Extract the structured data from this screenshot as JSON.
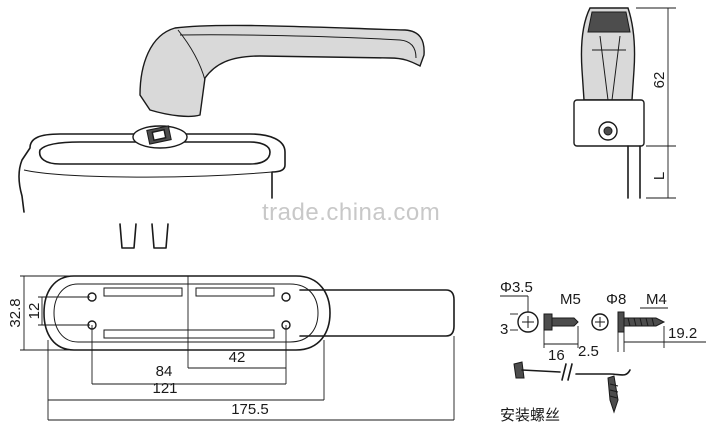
{
  "watermark": "trade.china.com",
  "side_view": {
    "dimensions": {
      "height": "62",
      "extension": "L"
    }
  },
  "top_view": {
    "dimensions": {
      "height_total": "32.8",
      "hole_spacing_vertical": "12",
      "hole_spacing_inner": "42",
      "hole_spacing_outer": "84",
      "body_length": "121",
      "overall_length": "175.5"
    }
  },
  "screws": {
    "screw_a": {
      "diameter": "Φ3.5",
      "thread": "M5",
      "head": "3",
      "length": "16"
    },
    "screw_b": {
      "diameter": "Φ8",
      "thread": "M4",
      "offset": "2.5",
      "length": "19.2"
    },
    "caption": "安装螺丝"
  }
}
